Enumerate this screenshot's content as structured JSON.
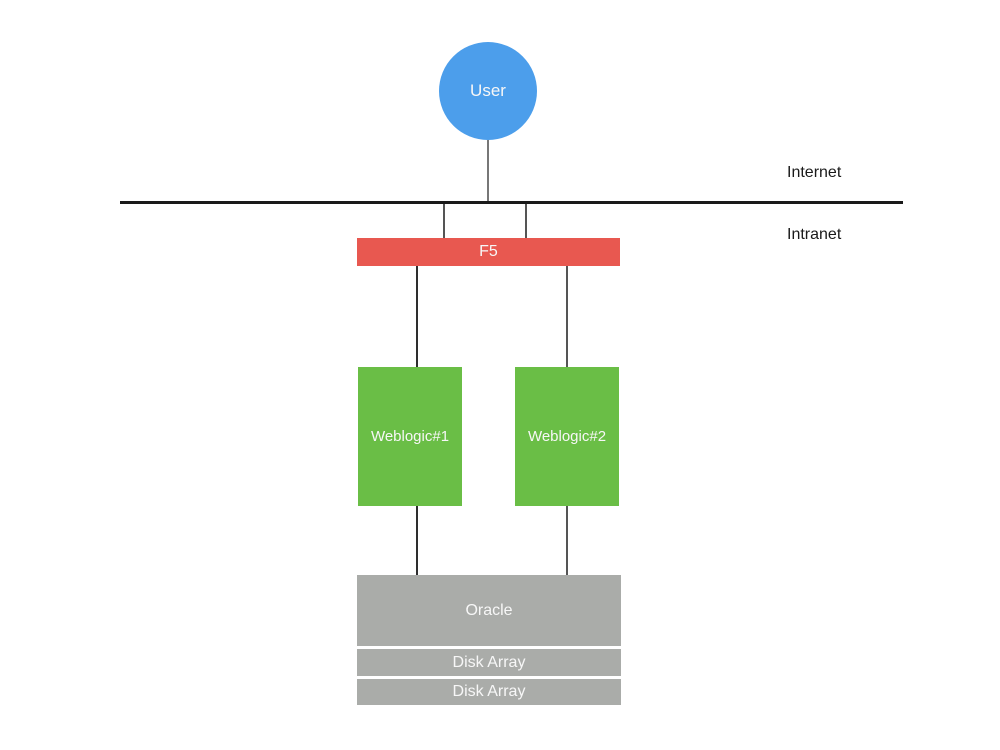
{
  "diagram": {
    "zones": {
      "internet_label": "Internet",
      "intranet_label": "Intranet"
    },
    "nodes": {
      "user": {
        "label": "User",
        "shape": "circle",
        "color": "#4C9EEB"
      },
      "f5": {
        "label": "F5",
        "shape": "rect",
        "color": "#E85850"
      },
      "weblogic1": {
        "label": "Weblogic#1",
        "shape": "rect",
        "color": "#6ABE46"
      },
      "weblogic2": {
        "label": "Weblogic#2",
        "shape": "rect",
        "color": "#6ABE46"
      },
      "oracle": {
        "label": "Oracle",
        "shape": "rect",
        "color": "#AAACA9"
      },
      "disk_array_1": {
        "label": "Disk Array",
        "shape": "rect",
        "color": "#AAACA9"
      },
      "disk_array_2": {
        "label": "Disk Array",
        "shape": "rect",
        "color": "#AAACA9"
      }
    },
    "edges": [
      {
        "from": "user",
        "to": "internet-line"
      },
      {
        "from": "internet-line",
        "to": "f5"
      },
      {
        "from": "internet-line",
        "to": "f5"
      },
      {
        "from": "f5",
        "to": "weblogic1"
      },
      {
        "from": "f5",
        "to": "weblogic2"
      },
      {
        "from": "weblogic1",
        "to": "oracle"
      },
      {
        "from": "weblogic2",
        "to": "oracle"
      }
    ],
    "colors": {
      "boundary_line": "#1a1a1a",
      "connector": "#555555",
      "node_text": "#f7f7f7",
      "label_text": "#1a1a1a",
      "background": "#ffffff"
    }
  }
}
